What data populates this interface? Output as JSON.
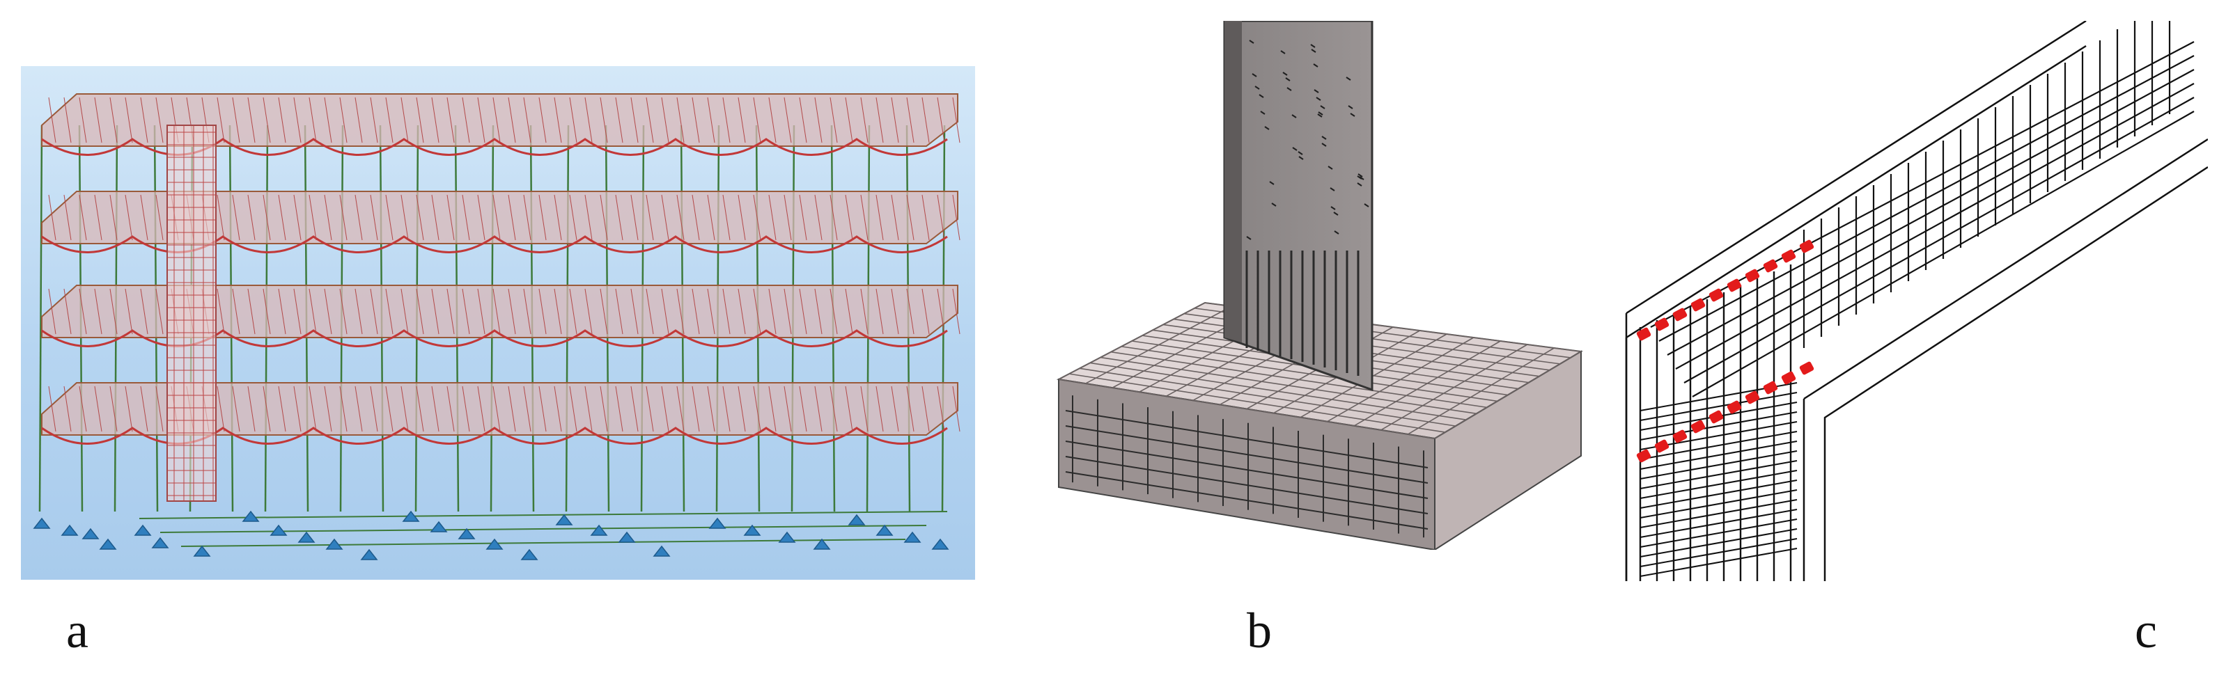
{
  "captions": {
    "a": "a",
    "b": "b",
    "c": "c"
  },
  "colors": {
    "sky": "#b9d8f3",
    "slab_mesh": "#c23838",
    "column_green": "#3d7a3a",
    "support_blue": "#2f7fbf",
    "concrete": "#9a9393",
    "rebar": "#111111",
    "highlight_red": "#e31b1b"
  },
  "panels": {
    "a": {
      "icon": "structural-frame-model-icon"
    },
    "b": {
      "icon": "column-footing-rebar-icon"
    },
    "c": {
      "icon": "beam-column-joint-rebar-icon"
    }
  }
}
